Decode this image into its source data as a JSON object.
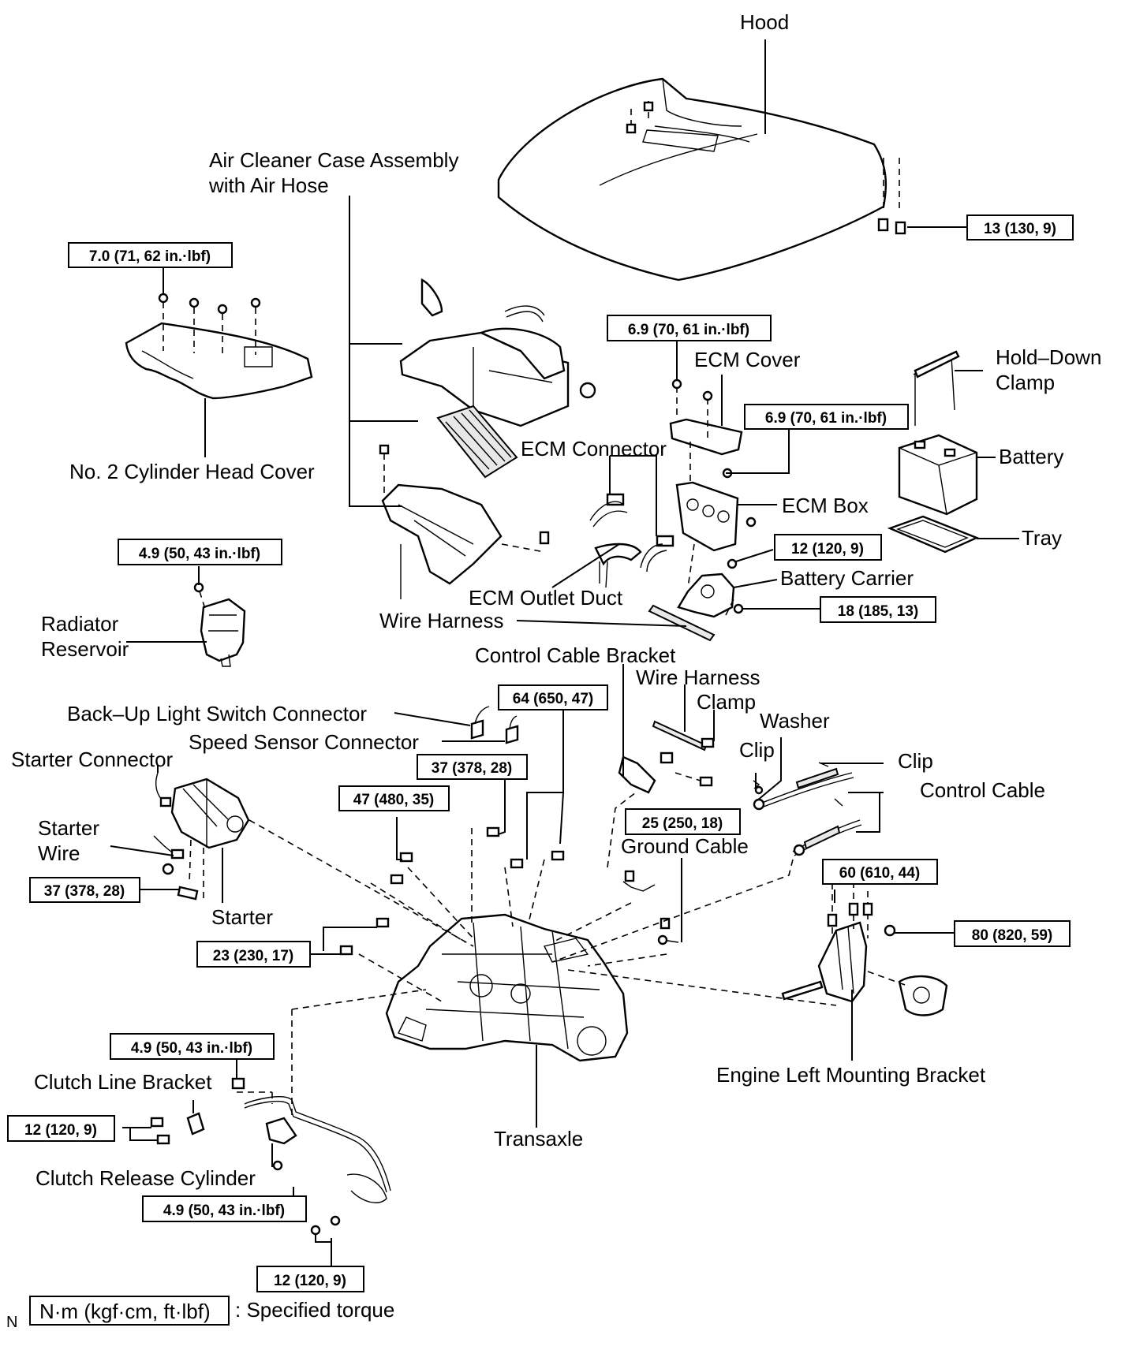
{
  "labels": {
    "hood": "Hood",
    "air_cleaner_1": "Air Cleaner Case Assembly",
    "air_cleaner_2": "with Air Hose",
    "cyl_head_cover": "No. 2 Cylinder Head Cover",
    "ecm_cover": "ECM Cover",
    "hold_down_1": "Hold–Down",
    "hold_down_2": "Clamp",
    "battery": "Battery",
    "ecm_connector": "ECM Connector",
    "ecm_box": "ECM Box",
    "tray": "Tray",
    "battery_carrier": "Battery Carrier",
    "ecm_outlet_duct": "ECM Outlet Duct",
    "wire_harness": "Wire Harness",
    "radiator_1": "Radiator",
    "radiator_2": "Reservoir",
    "control_cable_bracket": "Control Cable Bracket",
    "wh_clamp_1": "Wire Harness",
    "wh_clamp_2": "Clamp",
    "washer": "Washer",
    "clip_left": "Clip",
    "clip_right": "Clip",
    "control_cable": "Control Cable",
    "backup_light": "Back–Up Light Switch Connector",
    "speed_sensor": "Speed Sensor Connector",
    "starter_connector": "Starter Connector",
    "starter_wire_1": "Starter",
    "starter_wire_2": "Wire",
    "starter": "Starter",
    "ground_cable": "Ground Cable",
    "engine_left_mount": "Engine Left Mounting Bracket",
    "clutch_line_bracket": "Clutch Line Bracket",
    "clutch_release": "Clutch Release Cylinder",
    "transaxle": "Transaxle",
    "corner_mark": "N",
    "legend_unit": "N·m (kgf·cm, ft·lbf)",
    "legend_text": ": Specified torque"
  },
  "torques": {
    "hood": "13 (130, 9)",
    "cyl_head": "7.0 (71, 62 in.·lbf)",
    "ecm_cover_top": "6.9 (70, 61 in.·lbf)",
    "ecm_cover_side": "6.9 (70, 61 in.·lbf)",
    "battery_carrier_a": "12 (120, 9)",
    "battery_carrier_b": "18 (185, 13)",
    "radiator": "4.9 (50, 43 in.·lbf)",
    "control_cable_bracket": "64 (650, 47)",
    "trans_a": "37 (378, 28)",
    "trans_b": "47 (480, 35)",
    "ground_cable": "25 (250, 18)",
    "starter": "37 (378, 28)",
    "mount_a": "60 (610, 44)",
    "mount_b": "80 (820, 59)",
    "trans_c": "23 (230, 17)",
    "clutch_line_top": "4.9 (50, 43 in.·lbf)",
    "clutch_line_side": "12 (120, 9)",
    "clutch_release": "4.9 (50, 43 in.·lbf)",
    "clutch_bottom": "12 (120, 9)"
  }
}
